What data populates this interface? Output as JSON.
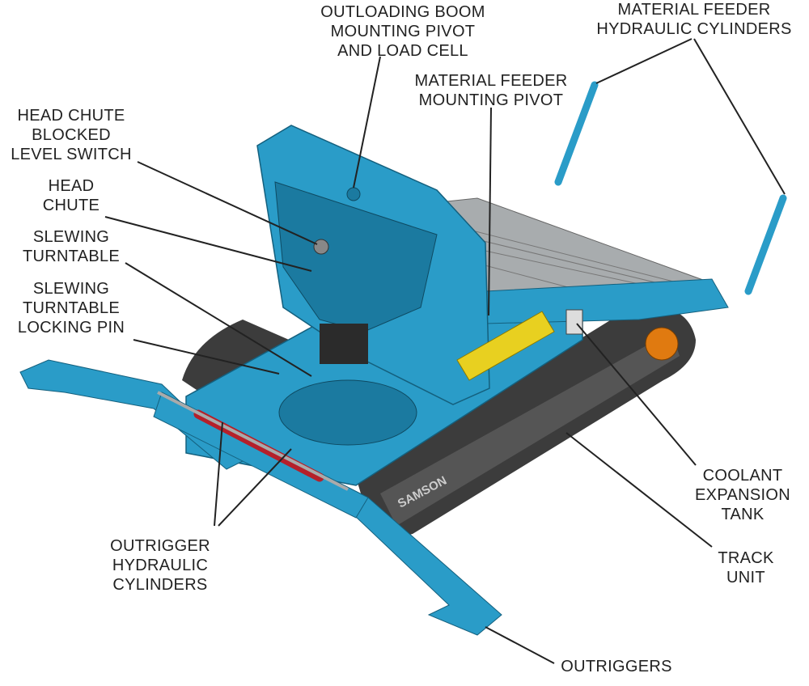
{
  "labels": {
    "outloading_boom": [
      "OUTLOADING BOOM",
      "MOUNTING PIVOT",
      "AND LOAD CELL"
    ],
    "feeder_cylinders": [
      "MATERIAL FEEDER",
      "HYDRAULIC CYLINDERS"
    ],
    "feeder_pivot": [
      "MATERIAL FEEDER",
      "MOUNTING PIVOT"
    ],
    "head_chute_switch": [
      "HEAD CHUTE",
      "BLOCKED",
      "LEVEL SWITCH"
    ],
    "head_chute": [
      "HEAD",
      "CHUTE"
    ],
    "slewing_turntable": [
      "SLEWING",
      "TURNTABLE"
    ],
    "locking_pin": [
      "SLEWING",
      "TURNTABLE",
      "LOCKING PIN"
    ],
    "outrigger_cylinders": [
      "OUTRIGGER",
      "HYDRAULIC",
      "CYLINDERS"
    ],
    "coolant_tank": [
      "COOLANT",
      "EXPANSION",
      "TANK"
    ],
    "track_unit": [
      "TRACK",
      "UNIT"
    ],
    "outriggers": [
      "OUTRIGGERS"
    ]
  },
  "machine_brand": "SAMSON",
  "colors": {
    "body": "#2a9cc8",
    "body_dark": "#1b7aa0",
    "track": "#3c3c3c",
    "feeder": "#a8acae",
    "cylinder_red": "#b5202a",
    "cylinder_yellow": "#e8d020",
    "motor": "#e07a10",
    "text": "#222222"
  }
}
